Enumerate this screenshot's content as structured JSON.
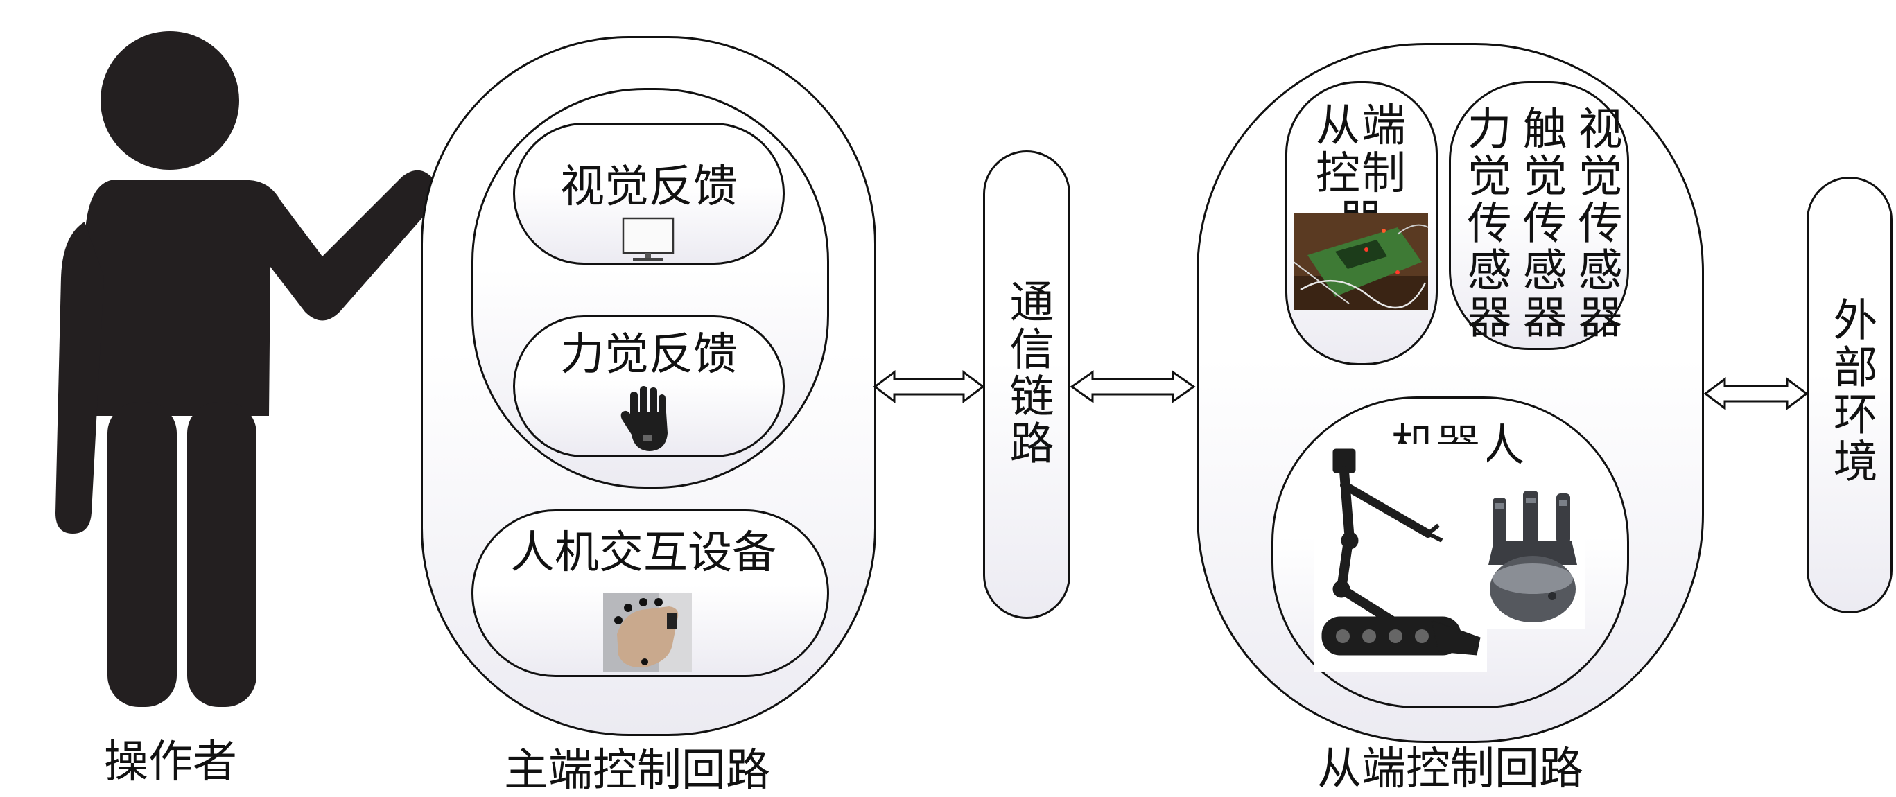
{
  "operator": {
    "label": "操作者"
  },
  "master": {
    "caption": "主端控制回路",
    "visual_feedback": "视觉反馈",
    "force_feedback": "力觉反馈",
    "hci_device": "人机交互设备"
  },
  "comm": {
    "label": "通信链路"
  },
  "slave": {
    "caption": "从端控制回路",
    "controller": "从端控制器",
    "sensors": [
      "力觉传感器",
      "触觉传感器",
      "视觉传感器"
    ],
    "robot": "机器人"
  },
  "environment": {
    "label": "外部环境"
  },
  "colors": {
    "stroke": "#111111",
    "figure": "#231f20",
    "box_shade": "#ecebf2"
  }
}
